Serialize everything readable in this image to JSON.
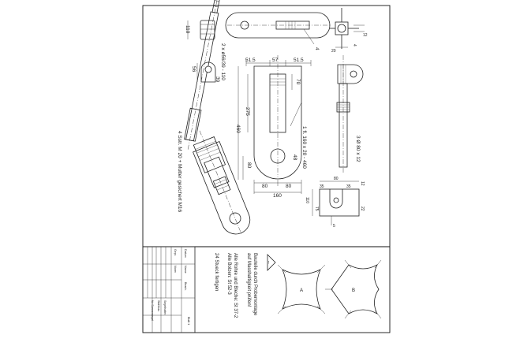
{
  "dimensions": {
    "d110_top": "110",
    "d2x_pipe": "2 x ø56/39 - 110",
    "d56": "56",
    "d39": "39",
    "flat_label": "1 fl. 160 x 20 - 460",
    "rod_label": "3 Ø 80 x 12",
    "d51_left": "51.5",
    "d57": "57",
    "d51_right": "51.5",
    "d70": "70",
    "d275": "275",
    "d460": "460",
    "d80_left": "80",
    "d48": "48",
    "d80_b1": "80",
    "d80_b2": "80",
    "d160": "160",
    "d12": "12",
    "d20": "20",
    "d4a": "4",
    "d4b": "4",
    "d80_top": "80",
    "d35_l": "35",
    "d35_r": "35",
    "d110_side": "110",
    "d75": "75",
    "d22": "22",
    "d5": "5",
    "d12_small": "12",
    "nut_label": "4 Sstr. M 20 + Mutter gesichert M16"
  },
  "notes": {
    "note1": "Bauteile durch Probemontage",
    "note2": "auf Masshaltigkeit prüfen!",
    "note3": "Alle Rohre und Bleche: St 37-2",
    "note4": "Alle Bolzen: St 52-3",
    "note5": "24 Stueck fertigen",
    "label_a": "A",
    "label_b": "B"
  },
  "titleblock": {
    "row1": "Datum",
    "row2": "Name",
    "row3": "Bearb.",
    "row4": "Gepr.",
    "row5": "Norm",
    "title1": "Segelhalter",
    "title2": "Stahlbau",
    "title3": "für Sonnensegel",
    "drawing_no": "Blatt 1"
  }
}
